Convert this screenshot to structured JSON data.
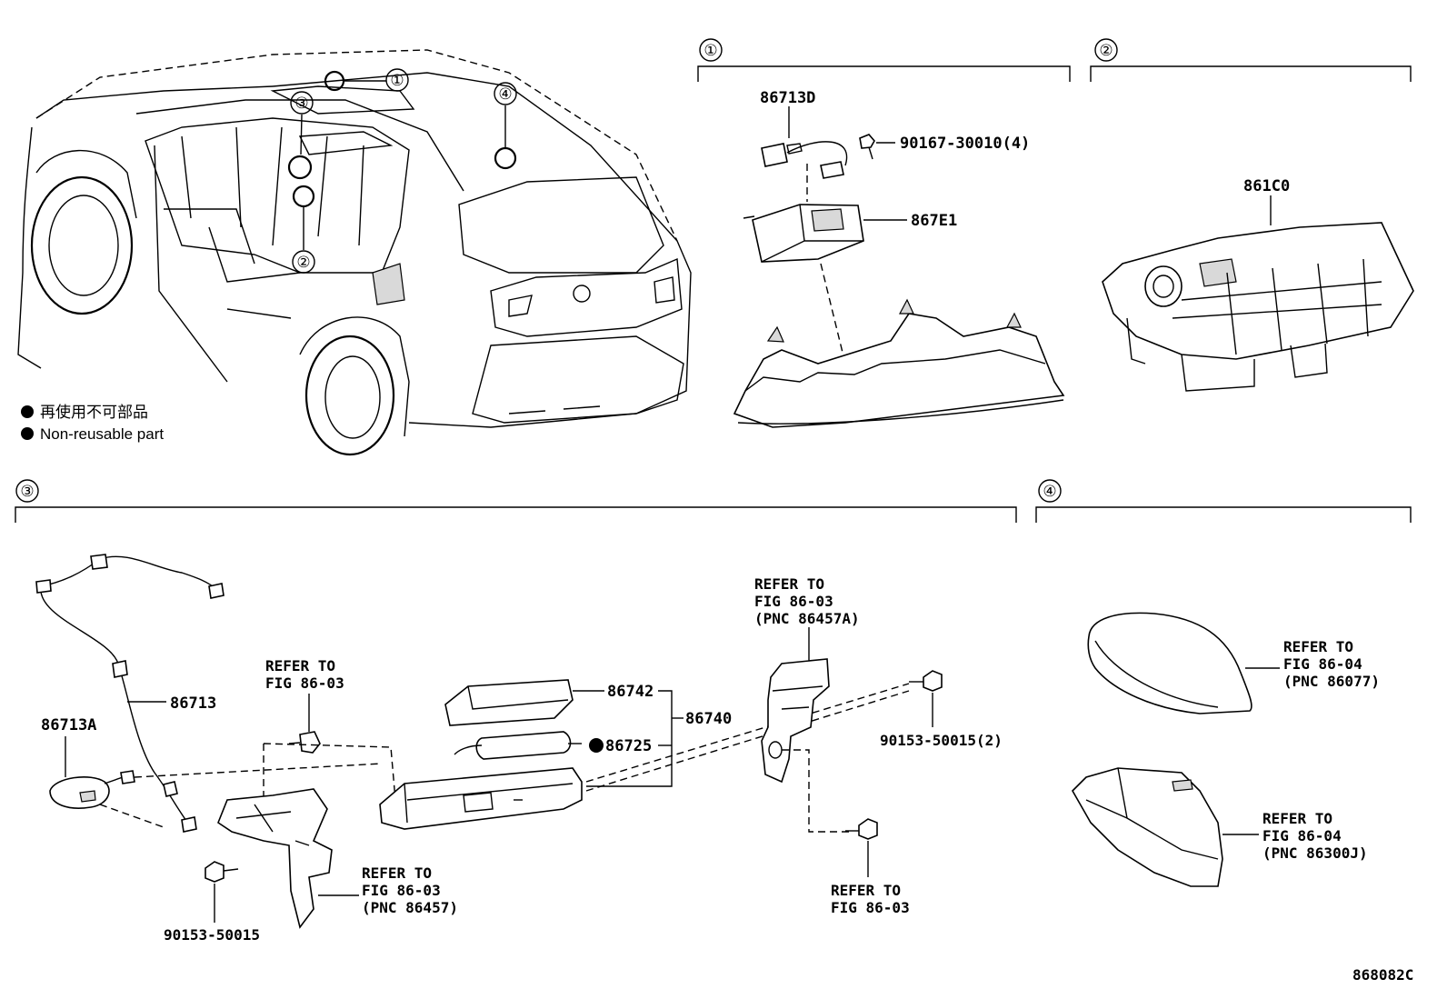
{
  "legend": {
    "japanese": "再使用不可部品",
    "english": "Non-reusable part"
  },
  "vehicle_callouts": [
    "①",
    "②",
    "③",
    "④"
  ],
  "sections": {
    "s1": {
      "number": "①",
      "labels": {
        "p86713D": "86713D",
        "p90167": "90167-30010(4)",
        "p867E1": "867E1"
      }
    },
    "s2": {
      "number": "②",
      "labels": {
        "p861C0": "861C0"
      }
    },
    "s3": {
      "number": "③",
      "labels": {
        "p86713": "86713",
        "p86713A": "86713A",
        "p86742": "86742",
        "p86725": "86725",
        "p86740": "86740",
        "p90153a": "90153-50015",
        "p90153b": "90153-50015(2)",
        "ref1_l1": "REFER TO",
        "ref1_l2": "FIG 86-03",
        "ref2_l1": "REFER TO",
        "ref2_l2": "FIG 86-03",
        "ref2_l3": "(PNC 86457)",
        "ref3_l1": "REFER TO",
        "ref3_l2": "FIG 86-03",
        "ref3_l3": "(PNC 86457A)",
        "ref4_l1": "REFER TO",
        "ref4_l2": "FIG 86-03"
      }
    },
    "s4": {
      "number": "④",
      "labels": {
        "ref5_l1": "REFER TO",
        "ref5_l2": "FIG 86-04",
        "ref5_l3": "(PNC 86077)",
        "ref6_l1": "REFER TO",
        "ref6_l2": "FIG 86-04",
        "ref6_l3": "(PNC 86300J)"
      }
    }
  },
  "figure_code": "868082C"
}
